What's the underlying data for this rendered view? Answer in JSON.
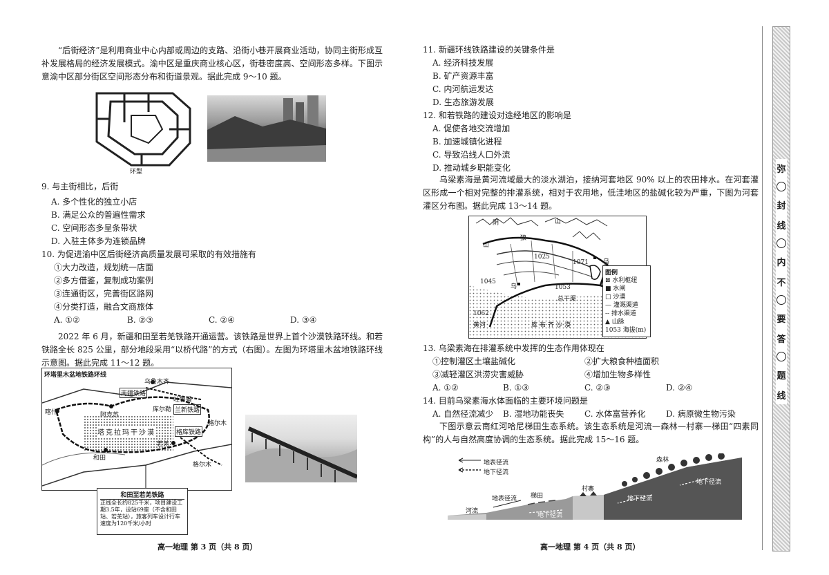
{
  "left": {
    "intro1": "“后街经济”是利用商业中心内部或周边的支路、沿街小巷开展商业活动，协同主街形成互补发展格局的经济发展模式。渝中区是重庆商业核心区，街巷密度高、空间形态多样。下图示意渝中区部分街区空间形态分布和街道景观。据此完成 9～10 题。",
    "map1_caption": "环型",
    "q9": "9. 与主街相比，后街",
    "q9_opts": [
      "A. 多个性化的独立小店",
      "B. 满足公众的普遍性需求",
      "C. 空间形态多呈条带状",
      "D. 入驻主体多为连锁品牌"
    ],
    "q10": "10. 为促进渝中区后街经济高质量发展可采取的有效措施有",
    "q10_items": [
      "①大力改造，规划统一店面",
      "②多方借鉴，复制成功案例",
      "③连通街区，完善街区路网",
      "④分类打造，融合文商旅体"
    ],
    "q10_opts": [
      "A. ①②",
      "B. ②③",
      "C. ②④",
      "D. ③④"
    ],
    "intro2": "2022 年 6 月，新疆和田至若羌铁路开通运营。该铁路是世界上首个沙漠铁路环线。和若铁路全长 825 公里，部分地段采用“以桥代路”的方式（右图）。左图为环塔里木盆地铁路环线示意图。据此完成 11～12 题。",
    "map2": {
      "title": "环塔里木盆地铁路环线",
      "labels": [
        "乌鲁木齐",
        "南疆铁路",
        "吐鲁番",
        "库尔勒",
        "兰新铁路",
        "喀什",
        "阿克苏",
        "塔克拉玛干沙漠",
        "格尔木",
        "若羌",
        "格库铁路",
        "和田",
        "格尔木"
      ],
      "box_title": "和田至若羌铁路",
      "box_text": "正线全长约825千米，项目建设工期3.5年，设站69座（不含和田站、若羌站），旅客列车设计行车速度为120千米/小时"
    },
    "footer": "高一地理 第 3 页（共 8 页）"
  },
  "right": {
    "q11": "11. 新疆环线铁路建设的关键条件是",
    "q11_opts": [
      "A. 经济科技发展",
      "B. 矿产资源丰富",
      "C. 内河航运发达",
      "D. 生态旅游发展"
    ],
    "q12": "12. 和若铁路的建设对途经地区的影响是",
    "q12_opts": [
      "A. 促使各地交流增加",
      "B. 加速城镇化进程",
      "C. 导致沿线人口外流",
      "D. 推动城乡职能变化"
    ],
    "intro3": "乌梁素海是黄河流域最大的淡水湖泊，接纳河套地区 90% 以上的农田排水。在河套灌区形成一个相对完整的排灌系统，相对于农用地，低洼地区的盐碱化较为严重，下图为河套灌区分布图。据此完成 13～14 题。",
    "map3": {
      "mountain_labels": [
        "阴",
        "山",
        "狼",
        "山"
      ],
      "labels": [
        "1045",
        "1025",
        "1071",
        "1053",
        "1062",
        "乌梁素海",
        "总干渠",
        "库布齐沙漠",
        "乌",
        "黄河"
      ],
      "legend_title": "图例",
      "legend": [
        "水利枢纽",
        "水闸",
        "沙漠",
        "灌溉渠道",
        "排水渠道",
        "山脉",
        "1053 海拔(m)"
      ]
    },
    "q13": "13. 乌梁素海在排灌系统中发挥的生态作用体现在",
    "q13_items": [
      "①控制灌区土壤盐碱化",
      "②扩大粮食种植面积",
      "③减轻灌区洪涝灾害威胁",
      "④增加生物多样性"
    ],
    "q13_opts": [
      "A. ①②",
      "B. ①③",
      "C. ②③",
      "D. ②④"
    ],
    "q14": "14. 目前乌梁素海水体面临的主要环境问题是",
    "q14_opts": [
      "A. 自然径流减少",
      "B. 湿地功能丧失",
      "C. 水体富营养化",
      "D. 病原微生物污染"
    ],
    "intro4": "下图示意云南红河哈尼梯田生态系统。该生态系统是河流—森林—村寨—梯田“四素同构”的人与自然高度协调的生态系统。据此完成 15～16 题。",
    "diagram": {
      "legend1": "地表径流",
      "legend2": "地下径流",
      "labels": [
        "森林",
        "地下径流",
        "地下径流",
        "村寨",
        "地表径流",
        "梯田",
        "河流",
        "地下径流"
      ]
    },
    "footer": "高一地理 第 4 页（共 8 页）"
  },
  "binding": [
    "弥",
    "封",
    "线",
    "内",
    "不",
    "要",
    "答",
    "题"
  ],
  "binding_last": "线"
}
